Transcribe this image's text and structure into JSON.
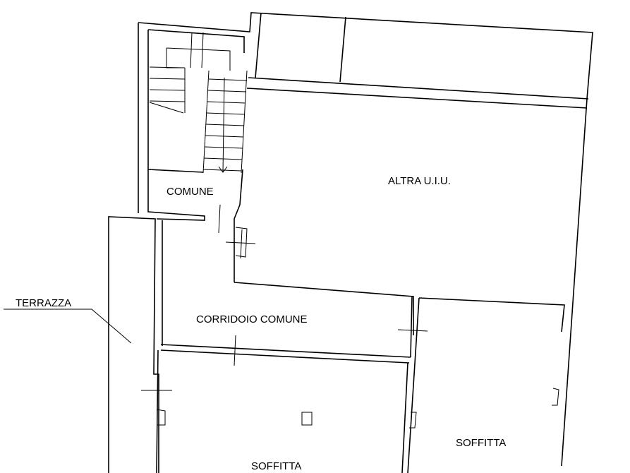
{
  "rooms": {
    "comune": "COMUNE",
    "altra_uiu": "ALTRA U.I.U.",
    "corridoio_comune": "CORRIDOIO COMUNE",
    "soffitta_left": "SOFFITTA",
    "soffitta_right": "SOFFITTA",
    "terrazza": "TERRAZZA"
  }
}
